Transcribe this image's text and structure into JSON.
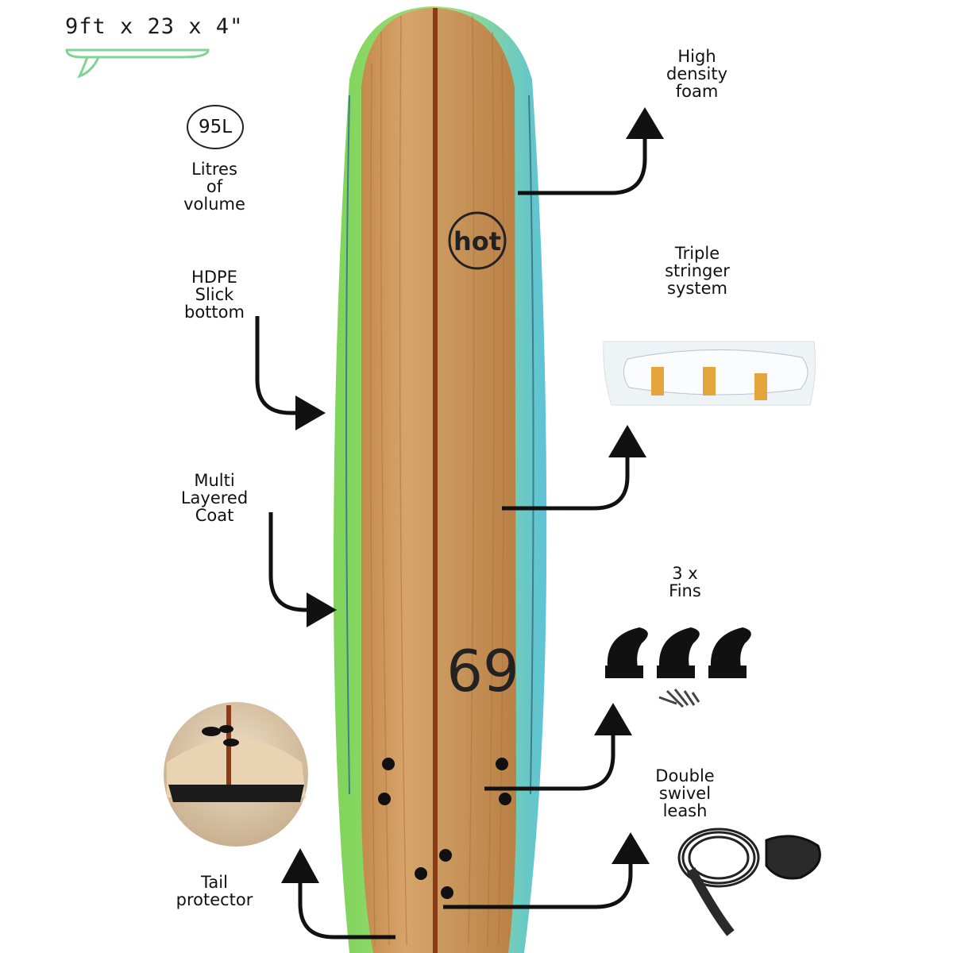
{
  "header": {
    "dimensions": "9ft x 23 x 4\""
  },
  "volume": {
    "value": "95L",
    "label": "Litres\nof\nvolume"
  },
  "features": {
    "hdpe": "HDPE\nSlick\nbottom",
    "coat": "Multi\nLayered\nCoat",
    "tail": "Tail\nprotector",
    "foam": "High\ndensity\nfoam",
    "stringer": "Triple\nstringer\nsystem",
    "fins": "3 x\nFins",
    "leash": "Double\nswivel\nleash"
  },
  "colors": {
    "board_wood": "#c8955a",
    "board_rail": "#7fd35a",
    "rail_blue": "#5cc3d8",
    "stringer": "#8a3c16",
    "accent_green": "#7fd494",
    "ink": "#111111"
  },
  "icons": {
    "logo": "hot-logo-icon",
    "fin_logo": "69-logo-icon"
  }
}
